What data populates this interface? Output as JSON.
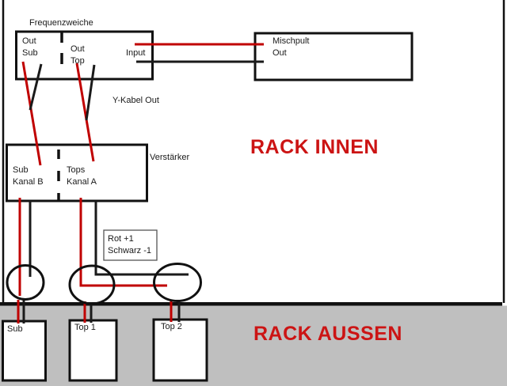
{
  "colors": {
    "wire_red": "#c00000",
    "wire_black": "#1a1a1a",
    "rack_gray": "#bfbfbf",
    "heading_red": "#cc1414"
  },
  "crossover": {
    "title": "Frequenzweiche",
    "out_sub": {
      "line1": "Out",
      "line2": "Sub"
    },
    "out_top": {
      "line1": "Out",
      "line2": "Top"
    },
    "input": "Input"
  },
  "mixer": {
    "line1": "Mischpult",
    "line2": "Out"
  },
  "y_cable": {
    "label": "Y-Kabel Out"
  },
  "amplifier": {
    "title": "Verstärker",
    "channel_b": {
      "line1": "Sub",
      "line2": "Kanal B"
    },
    "channel_a": {
      "line1": "Tops",
      "line2": "Kanal A"
    }
  },
  "polarity_note": {
    "line1": "Rot +1",
    "line2": "Schwarz -1"
  },
  "zones": {
    "inner": "RACK INNEN",
    "outer": "RACK AUSSEN"
  },
  "speakers": {
    "sub": "Sub",
    "top1": "Top 1",
    "top2": "Top 2"
  }
}
